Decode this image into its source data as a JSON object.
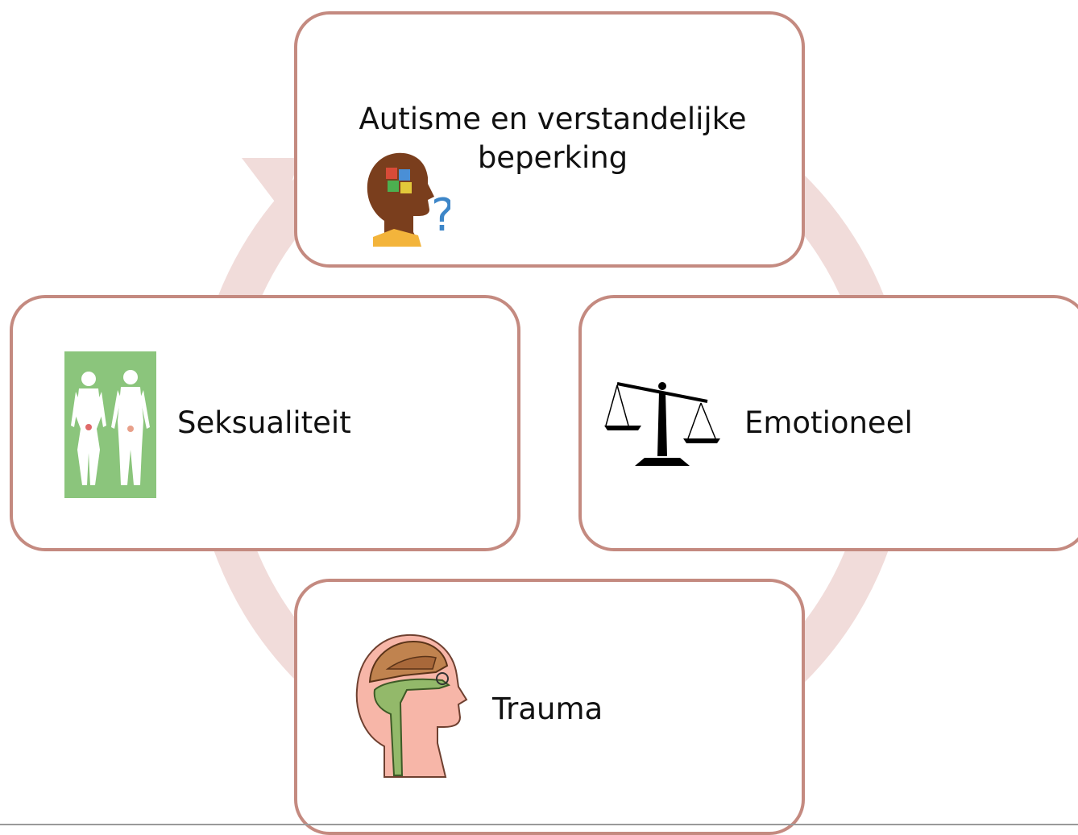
{
  "colors": {
    "ring": "#f1dcda",
    "box_border": "#c48a80",
    "box_fill": "#ffffff",
    "text": "#111111"
  },
  "nodes": [
    {
      "label": "Autisme en verstandelijke beperking",
      "icon": "head-puzzle-question-icon"
    },
    {
      "label": "Emotioneel",
      "icon": "balance-scale-icon"
    },
    {
      "label": "Trauma",
      "icon": "brain-animals-head-icon"
    },
    {
      "label": "Seksualiteit",
      "icon": "human-bodies-icon"
    }
  ]
}
